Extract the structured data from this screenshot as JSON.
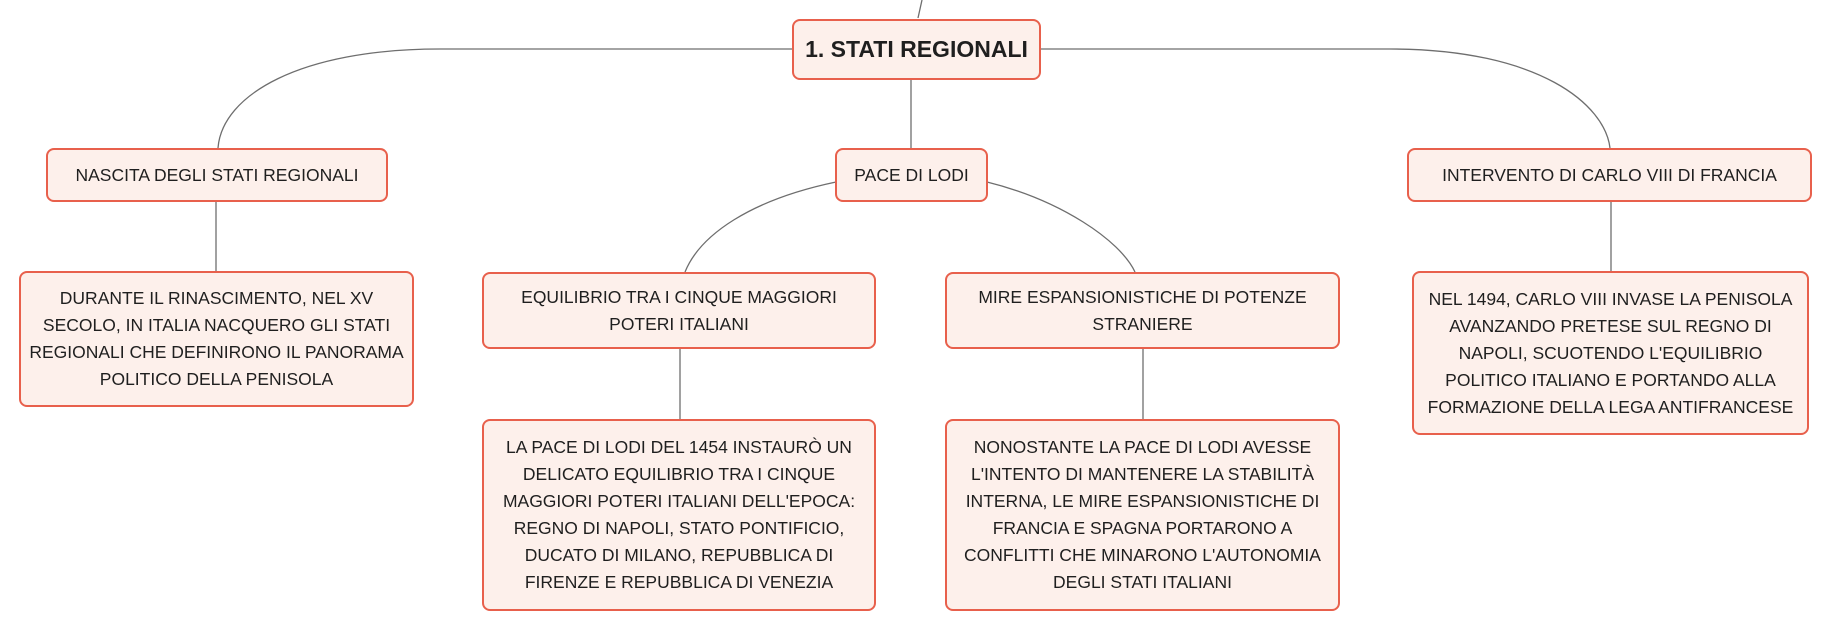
{
  "root": {
    "label": "1. STATI REGIONALI"
  },
  "branches": [
    {
      "title": "NASCITA DEGLI STATI REGIONALI",
      "detail": "DURANTE IL RINASCIMENTO, NEL XV SECOLO, IN ITALIA NACQUERO GLI STATI REGIONALI CHE DEFINIRONO IL PANORAMA POLITICO DELLA PENISOLA"
    },
    {
      "title": "PACE DI LODI",
      "children": [
        {
          "title": "EQUILIBRIO TRA I CINQUE MAGGIORI POTERI ITALIANI",
          "detail": "LA PACE DI LODI DEL 1454 INSTAURÒ UN DELICATO EQUILIBRIO TRA I CINQUE MAGGIORI POTERI ITALIANI DELL'EPOCA: REGNO DI NAPOLI, STATO PONTIFICIO, DUCATO DI MILANO, REPUBBLICA DI FIRENZE E REPUBBLICA DI VENEZIA"
        },
        {
          "title": "MIRE ESPANSIONISTICHE DI POTENZE STRANIERE",
          "detail": "NONOSTANTE LA PACE DI LODI AVESSE L'INTENTO DI MANTENERE LA STABILITÀ INTERNA, LE MIRE ESPANSIONISTICHE DI FRANCIA E SPAGNA PORTARONO A CONFLITTI CHE MINARONO L'AUTONOMIA DEGLI STATI ITALIANI"
        }
      ]
    },
    {
      "title": "INTERVENTO DI CARLO VIII DI FRANCIA",
      "detail": "NEL 1494, CARLO VIII INVASE LA PENISOLA AVANZANDO PRETESE SUL REGNO DI NAPOLI, SCUOTENDO L'EQUILIBRIO POLITICO ITALIANO E PORTANDO ALLA FORMAZIONE DELLA LEGA ANTIFRANCESE"
    }
  ],
  "colors": {
    "node_border": "#e8604c",
    "node_fill": "#fdf0eb",
    "connector": "#6e6e6e",
    "text": "#1f1f1f"
  }
}
